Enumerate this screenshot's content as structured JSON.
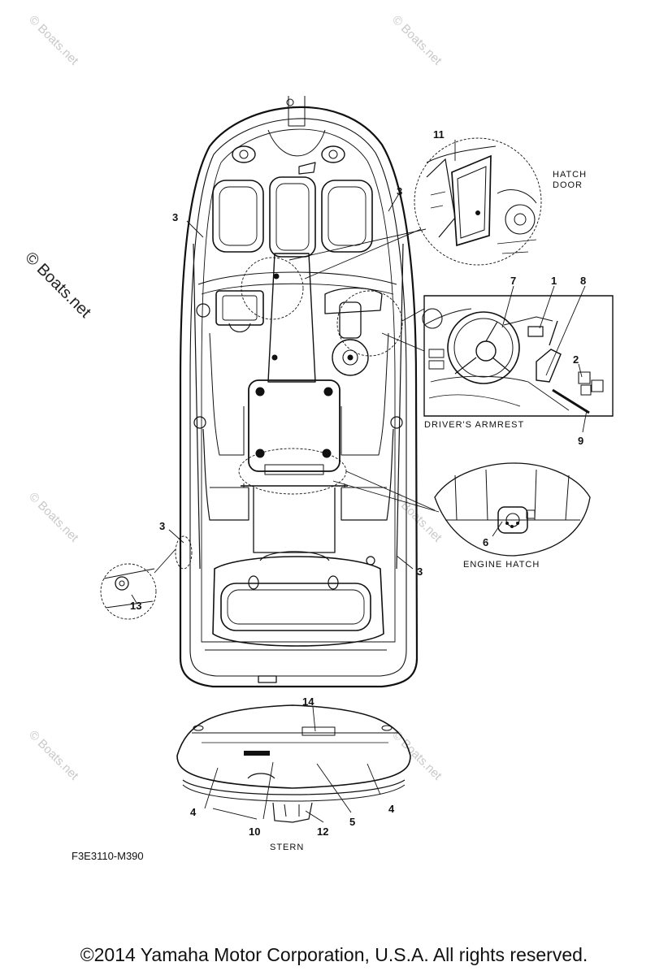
{
  "watermarks": {
    "light": "© Boats.net",
    "dark": "© Boats.net"
  },
  "insets": {
    "hatch_door": "HATCH\nDOOR",
    "drivers_armrest": "DRIVER'S ARMREST",
    "engine_hatch": "ENGINE HATCH",
    "stern": "STERN"
  },
  "callouts": {
    "n1": "1",
    "n2": "2",
    "n3a": "3",
    "n3b": "3",
    "n3c": "3",
    "n3d": "3",
    "n4a": "4",
    "n4b": "4",
    "n5": "5",
    "n6": "6",
    "n7": "7",
    "n8": "8",
    "n9": "9",
    "n10": "10",
    "n11": "11",
    "n12": "12",
    "n13": "13",
    "n14": "14"
  },
  "figure_code": "F3E3110-M390",
  "copyright": "©2014 Yamaha Motor Corporation, U.S.A. All rights reserved."
}
